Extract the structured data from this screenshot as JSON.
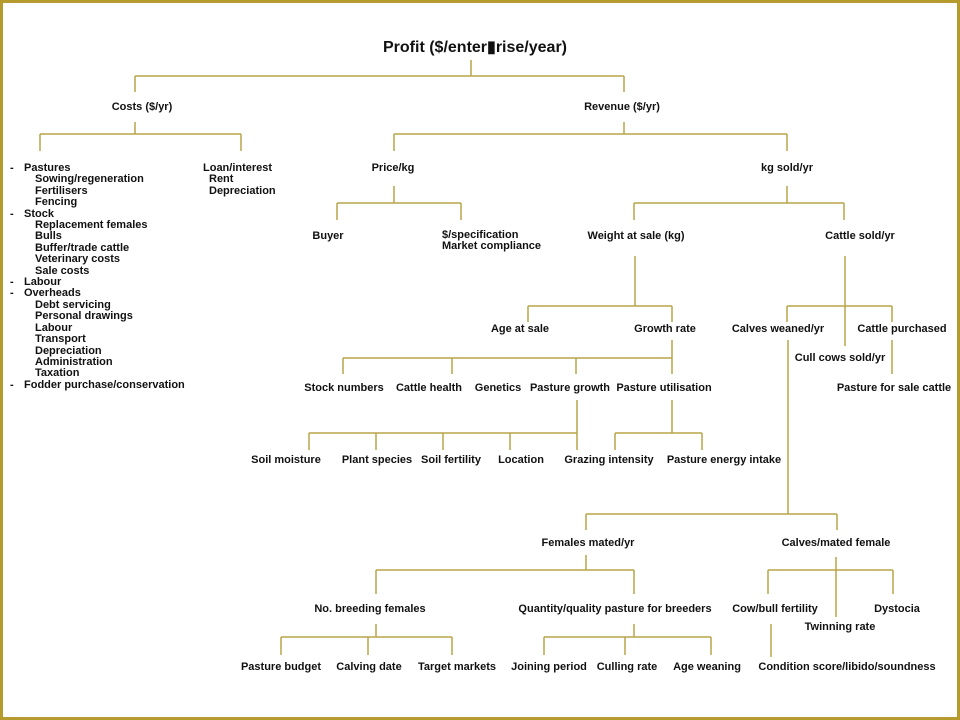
{
  "title": "Profit ($/enter▮rise/year)",
  "costs": {
    "label": "Costs ($/yr)",
    "list": [
      {
        "text": "Pastures",
        "bullet": "-"
      },
      {
        "text": "Sowing/regeneration"
      },
      {
        "text": "Fertilisers"
      },
      {
        "text": "Fencing"
      },
      {
        "text": "Stock",
        "bullet": "-"
      },
      {
        "text": "Replacement females"
      },
      {
        "text": "Bulls"
      },
      {
        "text": "Buffer/trade cattle"
      },
      {
        "text": "Veterinary costs"
      },
      {
        "text": "Sale costs"
      },
      {
        "text": "Labour",
        "bullet": "-"
      },
      {
        "text": "Overheads",
        "bullet": "-"
      },
      {
        "text": "Debt servicing"
      },
      {
        "text": "Personal drawings"
      },
      {
        "text": "Labour"
      },
      {
        "text": "Transport"
      },
      {
        "text": "Depreciation"
      },
      {
        "text": "Administration"
      },
      {
        "text": "Taxation"
      },
      {
        "text": "Fodder purchase/conservation",
        "bullet": "-"
      }
    ],
    "fixed": [
      "Loan/interest",
      "Rent",
      "Depreciation"
    ]
  },
  "revenue": {
    "label": "Revenue ($/yr)",
    "price": {
      "label": "Price/kg",
      "buyer": "Buyer",
      "spec": [
        "$/specification",
        "Market compliance"
      ]
    },
    "kg": {
      "label": "kg sold/yr",
      "weight": {
        "label": "Weight at sale (kg)",
        "age": "Age at sale",
        "growth": "Growth rate",
        "growth_factors": [
          "Stock numbers",
          "Cattle health",
          "Genetics",
          "Pasture growth",
          "Pasture utilisation"
        ],
        "pasture_growth_factors": [
          "Soil moisture",
          "Plant species",
          "Soil fertility",
          "Location"
        ],
        "utilisation_factors": [
          "Grazing intensity",
          "Pasture energy intake"
        ]
      },
      "cattle": {
        "label": "Cattle sold/yr",
        "calves_weaned": "Calves weaned/yr",
        "cull_cows": "Cull cows sold/yr",
        "purchased": "Cattle purchased",
        "pasture_sale": "Pasture for sale cattle",
        "females_mated": "Females mated/yr",
        "calves_per_female": "Calves/mated female",
        "breeding_females": "No. breeding females",
        "breeding_factors": [
          "Pasture budget",
          "Calving date",
          "Target markets"
        ],
        "pasture_breeders": "Quantity/quality pasture for breeders",
        "pasture_breeder_factors": [
          "Joining period",
          "Culling rate",
          "Age weaning"
        ],
        "cow_bull": "Cow/bull fertility",
        "twinning": "Twinning rate",
        "dystocia": "Dystocia",
        "condition": "Condition score/libido/soundness"
      }
    }
  },
  "colors": {
    "line": "#b8a54a",
    "frame": "#b59a2e"
  }
}
